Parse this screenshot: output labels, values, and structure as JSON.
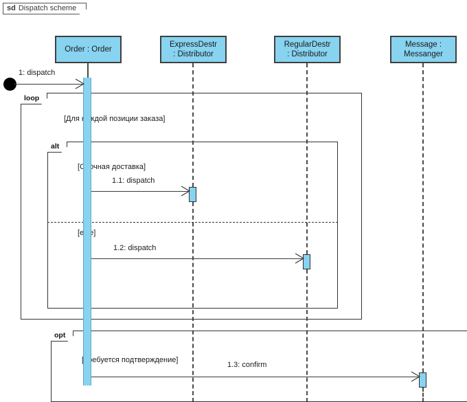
{
  "diagram": {
    "kind_keyword": "sd",
    "title": "Dispatch scheme",
    "type": "uml-sequence-diagram"
  },
  "colors": {
    "lifeline_fill": "#87d3f0",
    "lifeline_border": "#3f3f3f",
    "frame_border": "#333333",
    "line": "#3a3a3a",
    "text": "#1a1a1a",
    "background": "#ffffff"
  },
  "lifelines": [
    {
      "id": "order",
      "line1": "Order : Order",
      "line2": ""
    },
    {
      "id": "express",
      "line1": "ExpressDestr",
      "line2": ": Distributor"
    },
    {
      "id": "regular",
      "line1": "RegularDestr",
      "line2": ": Distributor"
    },
    {
      "id": "messenger",
      "line1": "Message :",
      "line2": "Messanger"
    }
  ],
  "fragments": [
    {
      "id": "loop",
      "operator": "loop",
      "guard": "[Для каждой позиции заказа]"
    },
    {
      "id": "alt",
      "operator": "alt",
      "guard": "[Срочная доставка]",
      "guard_else": "[else]"
    },
    {
      "id": "opt",
      "operator": "opt",
      "guard": "[Требуется подтверждение]"
    }
  ],
  "messages": [
    {
      "id": "m0",
      "label": "1: dispatch",
      "from": "found",
      "to": "order",
      "kind": "found-message"
    },
    {
      "id": "m1",
      "label": "1.1: dispatch",
      "from": "order",
      "to": "express",
      "kind": "synchronous"
    },
    {
      "id": "m2",
      "label": "1.2: dispatch",
      "from": "order",
      "to": "regular",
      "kind": "synchronous"
    },
    {
      "id": "m3",
      "label": "1.3: confirm",
      "from": "order",
      "to": "messenger",
      "kind": "synchronous"
    }
  ]
}
